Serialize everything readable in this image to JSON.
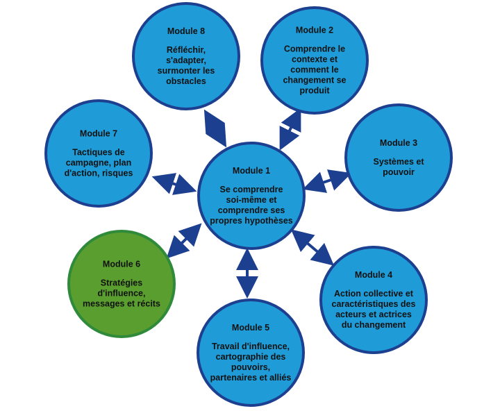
{
  "colors": {
    "blue_fill": "#1f9bd7",
    "blue_ring": "#1d3f8f",
    "green_fill": "#5a9e2f",
    "green_ring": "#2f8a3a",
    "arrow": "#1d3f8f",
    "text": "#111111"
  },
  "modules": [
    {
      "id": "module-1",
      "title": "Module 1",
      "lines": [
        "Se comprendre",
        "soi-même et",
        "comprendre ses",
        "propres hypothèses"
      ],
      "style": "blue"
    },
    {
      "id": "module-2",
      "title": "Module 2",
      "lines": [
        "Comprendre le",
        "contexte et",
        "comment le",
        "changement se",
        "produit"
      ],
      "style": "blue"
    },
    {
      "id": "module-3",
      "title": "Module 3",
      "lines": [
        "Systèmes et",
        "pouvoir"
      ],
      "style": "blue"
    },
    {
      "id": "module-4",
      "title": "Module 4",
      "lines": [
        "Action collective et",
        "caractéristiques des",
        "acteurs et actrices",
        "du changement"
      ],
      "style": "blue"
    },
    {
      "id": "module-5",
      "title": "Module 5",
      "lines": [
        "Travail d'influence,",
        "cartographie des",
        "pouvoirs,",
        "partenaires et alliés"
      ],
      "style": "blue"
    },
    {
      "id": "module-6",
      "title": "Module 6",
      "lines": [
        "Stratégies",
        "d'influence,",
        "messages et récits"
      ],
      "style": "green"
    },
    {
      "id": "module-7",
      "title": "Module 7",
      "lines": [
        "Tactiques de",
        "campagne, plan",
        "d'action, risques"
      ],
      "style": "blue"
    },
    {
      "id": "module-8",
      "title": "Module 8",
      "lines": [
        "Réfléchir,",
        "s'adapter,",
        "surmonter les",
        "obstacles"
      ],
      "style": "blue"
    }
  ]
}
